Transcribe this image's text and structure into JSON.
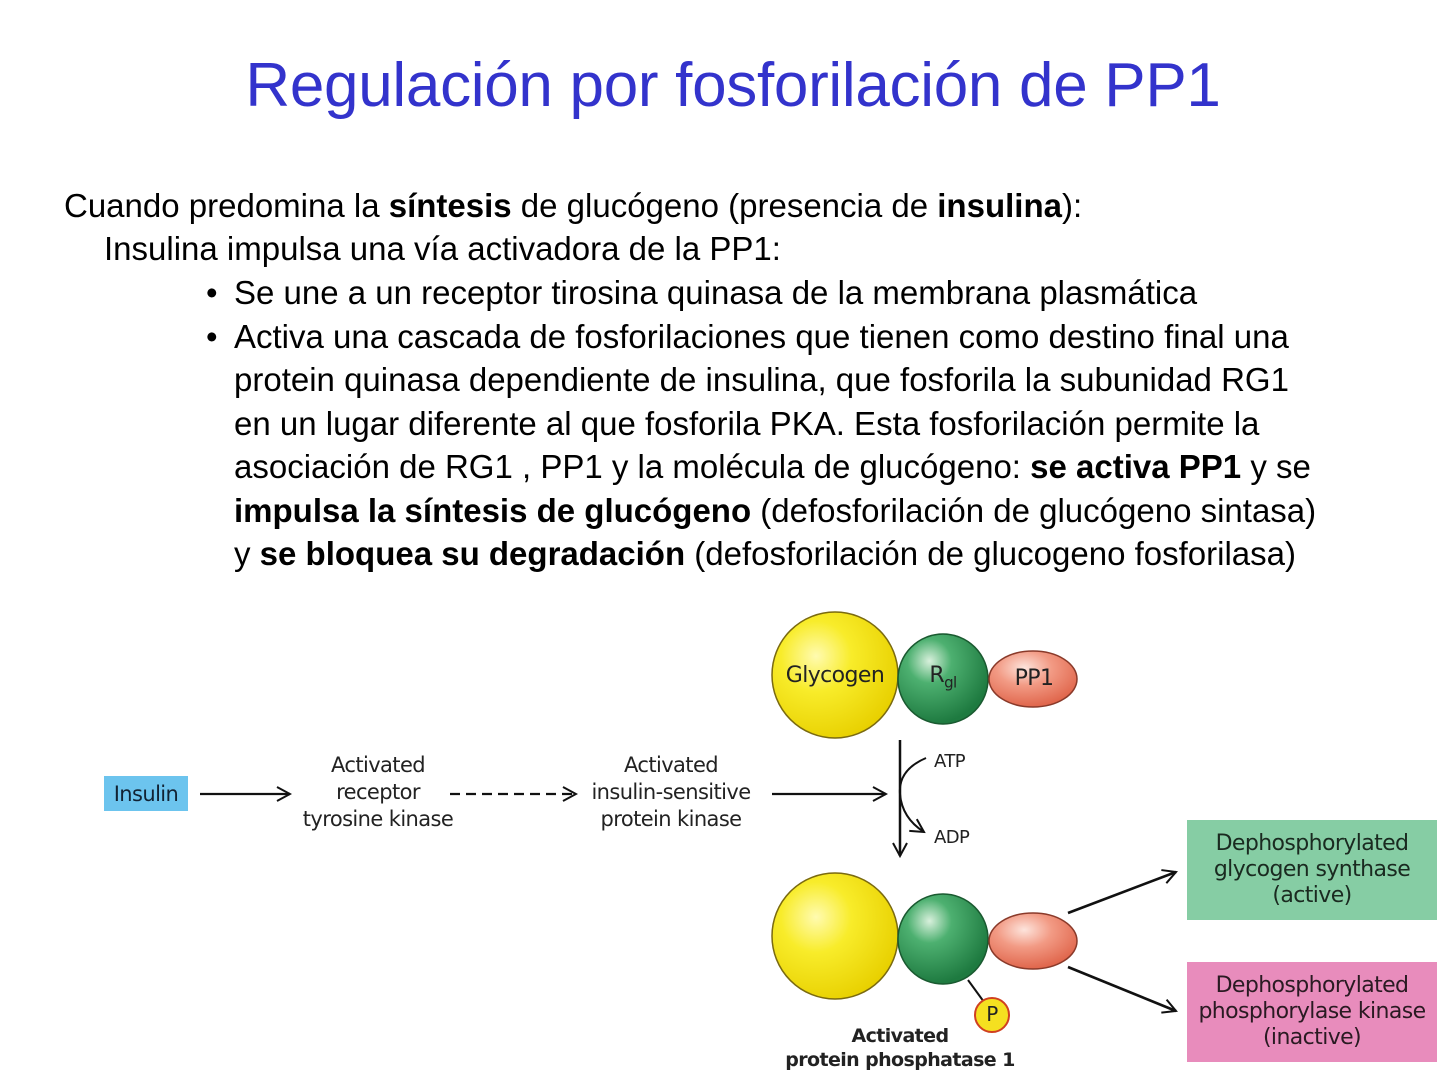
{
  "slide": {
    "title": "Regulación por fosforilación de PP1",
    "title_color": "#3333cc",
    "intro": {
      "t1": "Cuando predomina la ",
      "b1": "síntesis",
      "t2": " de glucógeno (presencia de ",
      "b2": "insulina",
      "t3": "):"
    },
    "subintro": "Insulina impulsa una vía activadora de la PP1:",
    "bullet_glyph": "•",
    "bullet1": "Se une a un receptor tirosina quinasa de la membrana plasmática",
    "bullet2": {
      "line1": "Activa una cascada de fosforilaciones que tienen como destino final una",
      "line2": "protein quinasa dependiente de insulina, que fosforila la subunidad RG1",
      "line3": "en un lugar diferente al que fosforila PKA. Esta fosforilación permite la",
      "line4_t1": "asociación de  RG1 , PP1 y la molécula de glucógeno: ",
      "line4_b1": "se activa PP1",
      "line4_t2": " y se",
      "line5_b1": "impulsa la síntesis de glucógeno",
      "line5_t1": " (defosforilación de glucógeno sintasa)",
      "line6_t1": "y ",
      "line6_b1": "se bloquea su degradación",
      "line6_t2": " (defosforilación de glucogeno fosforilasa)"
    }
  },
  "diagram": {
    "insulin": "Insulin",
    "receptor": [
      "Activated",
      "receptor",
      "tyrosine kinase"
    ],
    "kinase": [
      "Activated",
      "insulin-sensitive",
      "protein kinase"
    ],
    "complex_top": {
      "glycogen": "Glycogen",
      "rgl_main": "R",
      "rgl_sub": "gl",
      "pp1": "PP1"
    },
    "atp": "ATP",
    "adp": "ADP",
    "phosphate": "P",
    "complex_bottom_label": [
      "Activated",
      "protein phosphatase 1"
    ],
    "outcome_active": [
      "Dephosphorylated",
      "glycogen synthase",
      "(active)"
    ],
    "outcome_inactive": [
      "Dephosphorylated",
      "phosphorylase kinase",
      "(inactive)"
    ],
    "colors": {
      "glycogen": "#f5e824",
      "rgl": "#2e9a55",
      "pp1": "#ef8a74",
      "insulin_box": "#6cc4ee",
      "active_box": "#86cda4",
      "inactive_box": "#e88cbc"
    }
  }
}
